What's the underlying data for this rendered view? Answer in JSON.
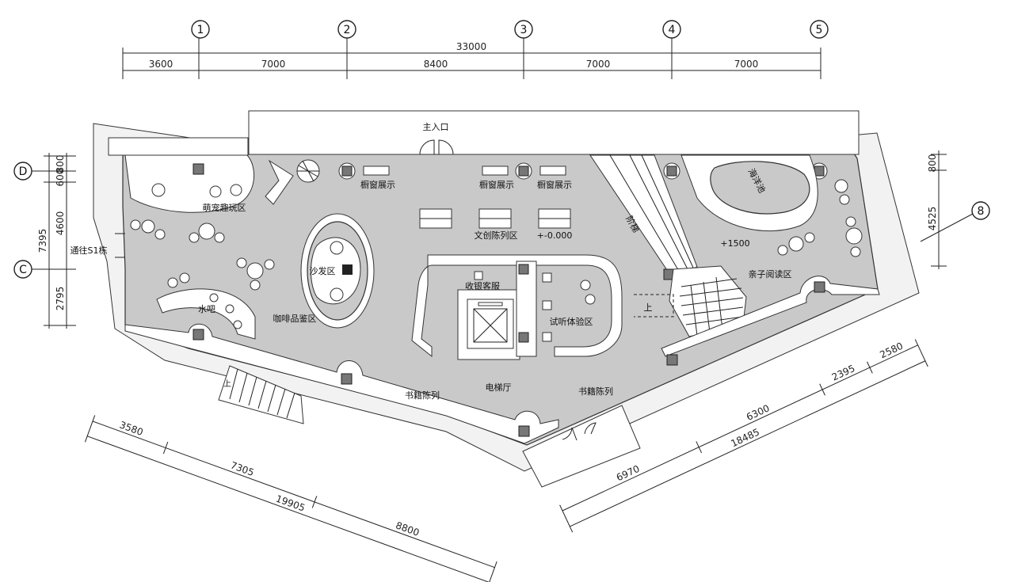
{
  "axes": {
    "top": [
      "1",
      "2",
      "3",
      "4",
      "5"
    ],
    "left": [
      "D",
      "C"
    ],
    "right": "8"
  },
  "dims": {
    "top_total": "33000",
    "top_segments": [
      "3600",
      "7000",
      "8400",
      "7000",
      "7000"
    ],
    "left_total": "7395",
    "left_segments": [
      "800",
      "600",
      "4600",
      "2795"
    ],
    "right_segments": [
      "800",
      "4525"
    ],
    "bottom_left_segments": [
      "3580",
      "7305",
      "8800"
    ],
    "bottom_left_total": "19905",
    "bottom_right_segments": [
      "6970",
      "6300",
      "2395",
      "2580"
    ],
    "bottom_right_total": "18485"
  },
  "rooms": {
    "main_entrance": "主入口",
    "pet_area": "萌宠趣玩区",
    "water_bar": "水吧",
    "coffee_area": "咖啡品鉴区",
    "sofa_area": "沙发区",
    "window_display": "橱窗展示",
    "cultural_display": "文创陈列区",
    "level": "+-0.000",
    "stairs": "阶梯",
    "ball_pool": "海洋池",
    "level_high": "+1500",
    "kids_reading": "亲子阅读区",
    "cashier": "收银客服",
    "listening": "试听体验区",
    "elevator_hall": "电梯厅",
    "books": "书籍陈列",
    "to_s1": "通往S1栋",
    "up": "上"
  }
}
